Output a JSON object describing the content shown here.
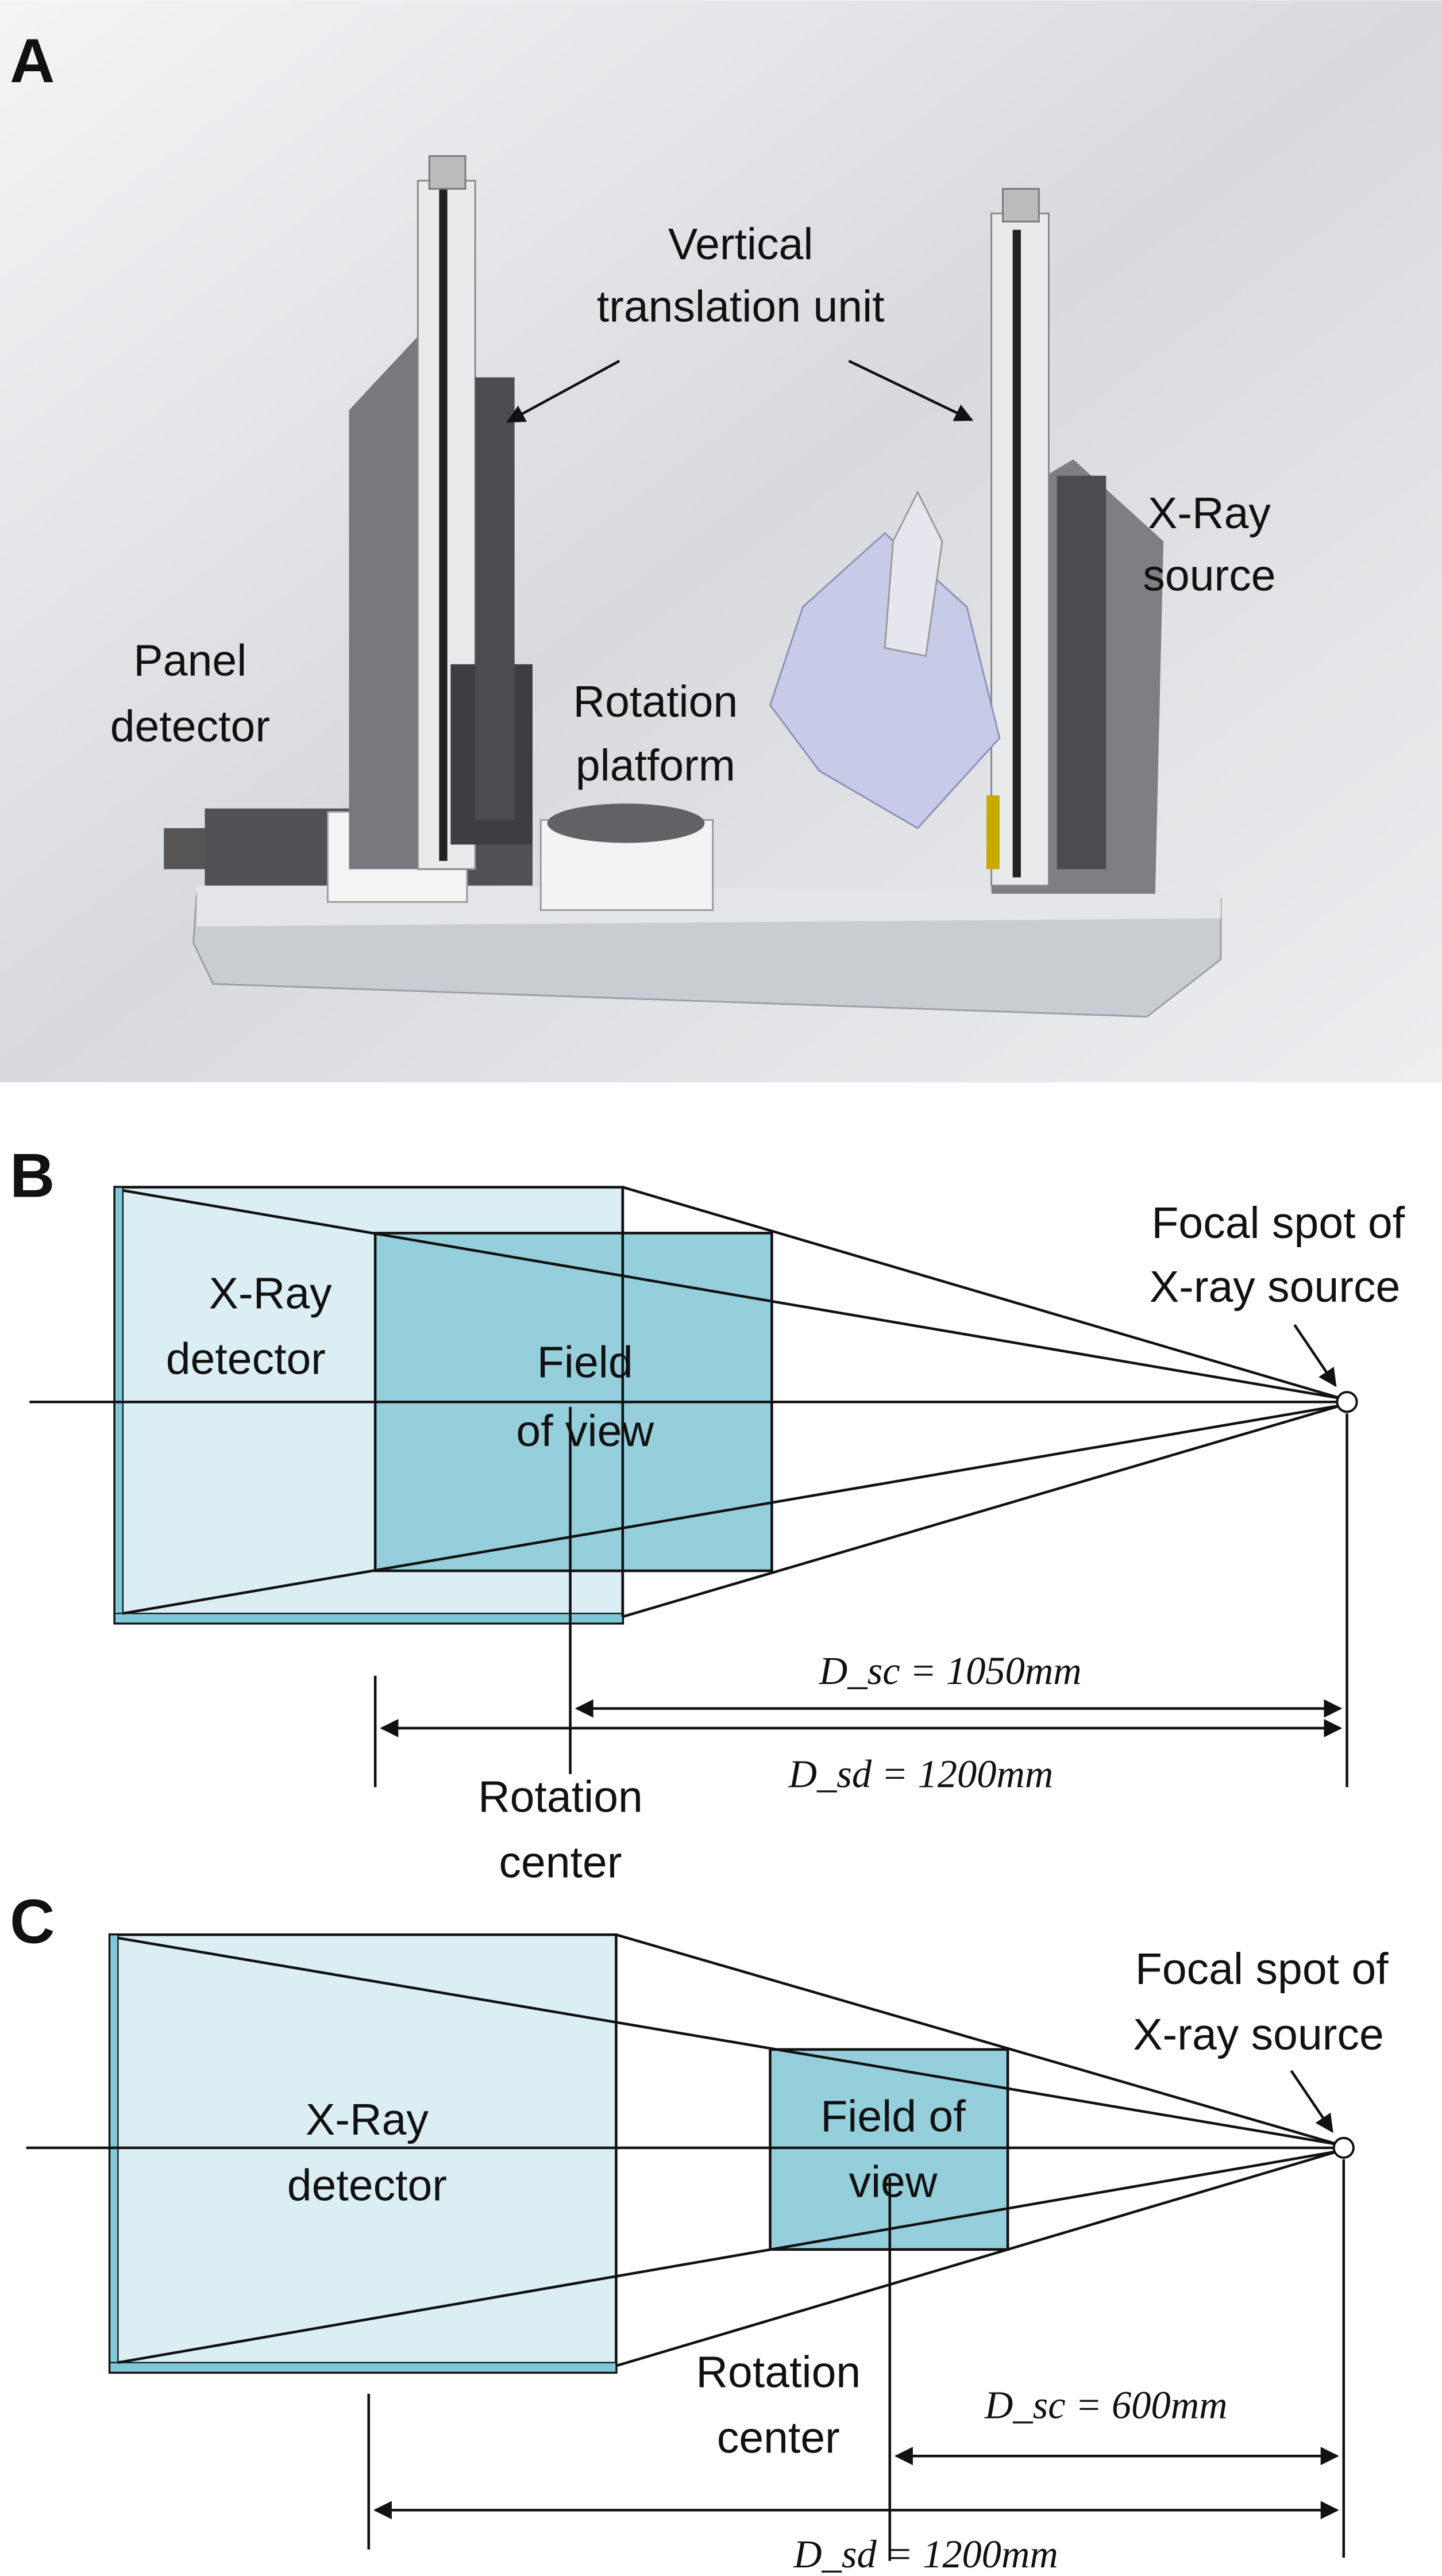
{
  "panels": {
    "a": {
      "letter": "A",
      "labels": {
        "vertical_unit": [
          "Vertical",
          "translation unit"
        ],
        "xray_source": [
          "X-Ray",
          "source"
        ],
        "panel_detector": [
          "Panel",
          "detector"
        ],
        "rotation_platform": [
          "Rotation",
          "platform"
        ]
      }
    },
    "b": {
      "letter": "B",
      "focal": [
        "Focal spot of",
        "X-ray source"
      ],
      "detector": [
        "X-Ray",
        "detector"
      ],
      "fov": [
        "Field",
        "of view"
      ],
      "rotation": [
        "Rotation",
        "center"
      ],
      "dsc": "D_sc = 1050mm",
      "dsd": "D_sd = 1200mm"
    },
    "c": {
      "letter": "C",
      "focal": [
        "Focal spot of",
        "X-ray source"
      ],
      "detector": [
        "X-Ray",
        "detector"
      ],
      "fov": [
        "Field of",
        "view"
      ],
      "rotation": [
        "Rotation",
        "center"
      ],
      "dsc": "D_sc = 600mm",
      "dsd": "D_sd = 1200mm"
    }
  },
  "colors": {
    "detector": "#dbeef4",
    "fov": "#96cfdc",
    "edge": "#7ec8d8"
  }
}
